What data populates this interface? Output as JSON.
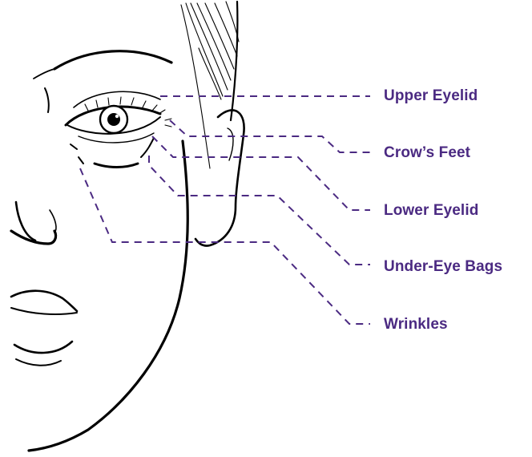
{
  "accent_color": "#4b2a82",
  "illustration": {
    "subject": "face-line-drawing",
    "line_color": "#000000"
  },
  "callouts": [
    {
      "id": "upper-eyelid",
      "label": "Upper Eyelid"
    },
    {
      "id": "crows-feet",
      "label": "Crow’s Feet"
    },
    {
      "id": "lower-eyelid",
      "label": "Lower Eyelid"
    },
    {
      "id": "under-eye-bags",
      "label": "Under-Eye Bags"
    },
    {
      "id": "wrinkles",
      "label": "Wrinkles"
    }
  ]
}
